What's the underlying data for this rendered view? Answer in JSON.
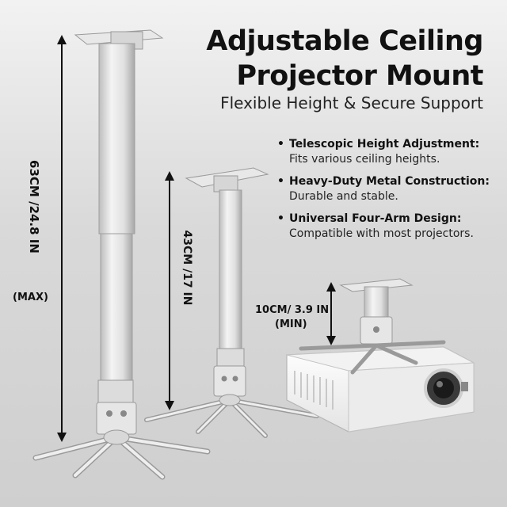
{
  "title_line1": "Adjustable Ceiling",
  "title_line2": "Projector Mount",
  "subtitle": "Flexible Height & Secure Support",
  "features": [
    {
      "heading": "Telescopic Height Adjustment:",
      "description": "Fits various ceiling heights."
    },
    {
      "heading": "Heavy-Duty Metal Construction:",
      "description": "Durable and stable."
    },
    {
      "heading": "Universal Four-Arm Design:",
      "description": "Compatible with most projectors."
    }
  ],
  "dimensions": {
    "max_length": "63CM /24.8 IN",
    "max_note": "(MAX)",
    "mid_length": "43CM /17 IN",
    "min_length": "10CM/ 3.9 IN",
    "min_note": "(MIN)"
  },
  "colors": {
    "metal": "#e6e6e6",
    "metal_shadow": "#a9a9a9",
    "projector": "#f7f7f7",
    "text": "#111111"
  }
}
